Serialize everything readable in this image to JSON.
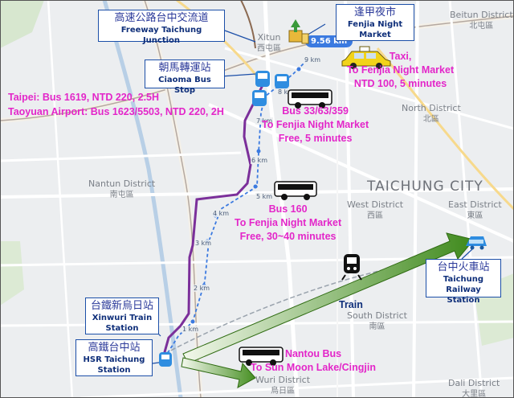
{
  "districts": {
    "xitun": {
      "en": "Xitun",
      "zh": "西屯區"
    },
    "beitun": {
      "en": "Beitun District",
      "zh": "北屯區"
    },
    "north": {
      "en": "North District",
      "zh": "北區"
    },
    "nantun": {
      "en": "Nantun District",
      "zh": "南屯區"
    },
    "west": {
      "en": "West District",
      "zh": "西區"
    },
    "east": {
      "en": "East District",
      "zh": "東區"
    },
    "south": {
      "en": "South District",
      "zh": "南區"
    },
    "wuri": {
      "en": "Wuri District",
      "zh": "烏日區"
    },
    "dali": {
      "en": "Dali District",
      "zh": "大里區"
    }
  },
  "city_label": "TAICHUNG CITY",
  "callouts": {
    "freeway": {
      "zh": "高速公路台中交流道",
      "en": "Freeway Taichung Junction"
    },
    "fenjia": {
      "zh": "逢甲夜市",
      "en1": "Fenjia Night",
      "en2": "Market"
    },
    "ciaoma": {
      "zh": "朝馬轉運站",
      "en": "Ciaoma Bus Stop"
    },
    "xinwuri": {
      "zh": "台鐵新烏日站",
      "en1": "Xinwuri Train",
      "en2": "Station"
    },
    "hsr": {
      "zh": "高鐵台中站",
      "en1": "HSR Taichung",
      "en2": "Station"
    },
    "taichung_rail": {
      "zh": "台中火車站",
      "en1": "Taichung",
      "en2": "Railway Station"
    }
  },
  "notes": {
    "taxi": [
      "Taxi,",
      "To Fenjia Night Market",
      "NTD 100, 5 minutes"
    ],
    "taipei": "Taipei: Bus 1619, NTD 220, 2.5H",
    "taoyuan": "Taoyuan Airport: Bus 1623/5503, NTD 220, 2H",
    "bus33": [
      "Bus 33/63/359",
      "To Fenjia Night Market",
      "Free, 5 minutes"
    ],
    "bus160": [
      "Bus 160",
      "To Fenjia Night Market",
      "Free, 30~40 minutes"
    ],
    "nantou": [
      "Nantou Bus",
      "To Sun Moon Lake/Cingjin"
    ]
  },
  "train_label": "Train",
  "distance_badge": "9.56 km",
  "km_labels": [
    "1 km",
    "2 km",
    "3 km",
    "4 km",
    "5 km",
    "6 km",
    "7 km",
    "8 km",
    "9 km"
  ],
  "colors": {
    "magenta_text": "#e326c9",
    "route_purple": "#7b2f9a",
    "route_blue": "#3b7ae0",
    "callout_border": "#1c4fa8",
    "arrow_green": "#3f8a1c"
  }
}
